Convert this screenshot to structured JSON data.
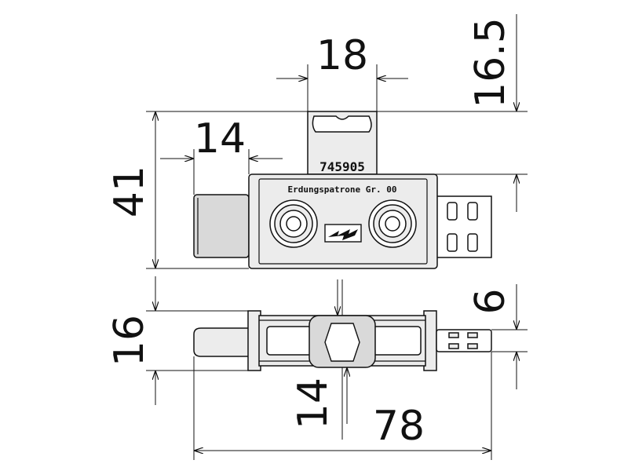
{
  "dimensions": {
    "d18": "18",
    "d16_5": "16.5",
    "d14_top": "14",
    "d41": "41",
    "d16": "16",
    "d6": "6",
    "d14_bottom": "14",
    "d78": "78"
  },
  "labels": {
    "article_number": "745905",
    "product_name": "Erdungspatrone Gr. 00"
  },
  "icons": {
    "lightning": "lightning-symbol-icon"
  }
}
